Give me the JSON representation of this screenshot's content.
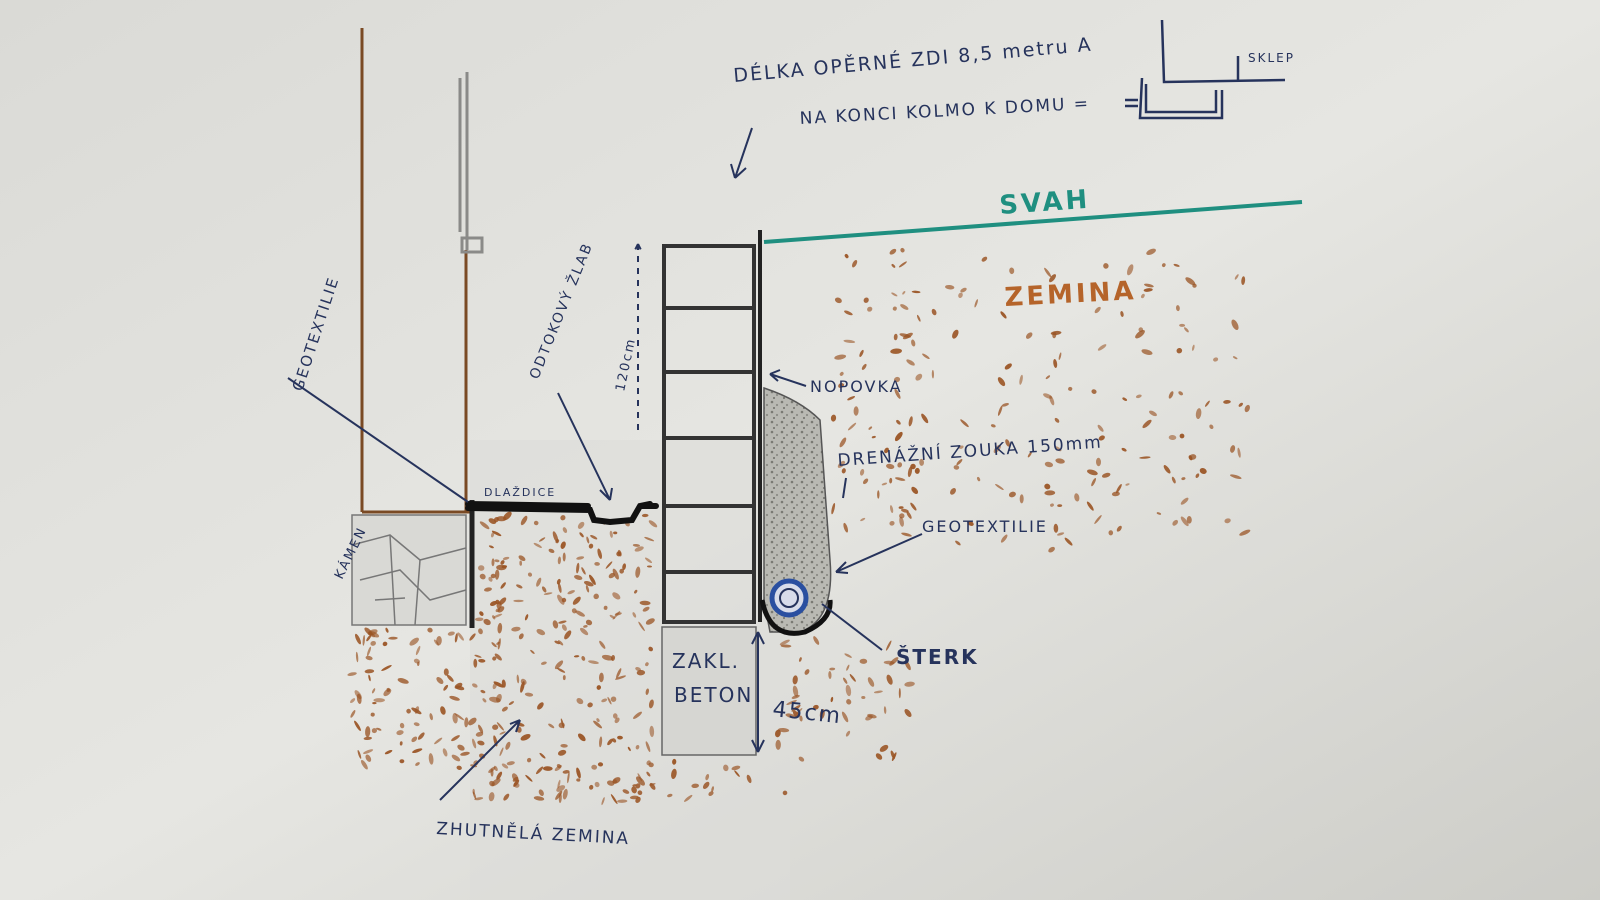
{
  "labels": {
    "delka_line1": "DÉLKA  OPĚRNÉ ZDI 8,5 metru A",
    "delka_line2": "NA KONCI KOLMO K DOMU =",
    "sklep": "SKLEP",
    "svah": "SVAH",
    "zemina": "ZEMINA",
    "nopovka": "NOPOVKA",
    "drenazni": "DRENÁŽNÍ ZOUKA 150mm",
    "geotextilie_right": "GEOTEXTILIE",
    "sterk": "ŠTERK",
    "zakl": "ZAKL.",
    "beton": "BETON",
    "cm45": "45cm",
    "cm120": "120cm",
    "odtokovy": "ODTOKOVÝ ŽLAB",
    "geotextilie_left": "GEOTEXTILIE",
    "dlazdice": "DLAŽDICE",
    "kamen": "KÁMEN",
    "zhutnela": "ZHUTNĚLÁ ZEMINA"
  },
  "colors": {
    "ink": "#26335c",
    "earth": "#9a5424",
    "slope": "#1f8f80",
    "wall": "#3a3a3a",
    "pipe": "#2a4fa0"
  }
}
